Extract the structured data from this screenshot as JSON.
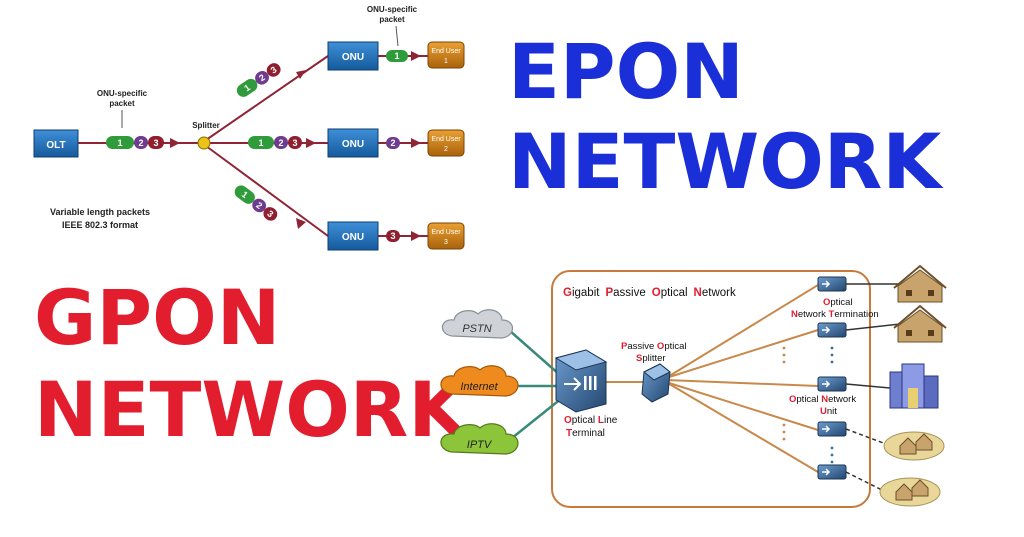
{
  "titles": {
    "epon_line1": "EPON",
    "epon_line2": "NETWORK",
    "gpon_line1": "GPON",
    "gpon_line2": "NETWORK"
  },
  "epon": {
    "olt": "OLT",
    "splitter": "Splitter",
    "onu": "ONU",
    "onu_packet_line1": "ONU-specific",
    "onu_packet_line2": "packet",
    "packet_numbers": [
      "1",
      "2",
      "3"
    ],
    "end_user_line": "End User",
    "end_users": [
      "1",
      "2",
      "3"
    ],
    "note_line1": "Variable length packets",
    "note_line2": "IEEE 802.3 format"
  },
  "gpon": {
    "network_title": {
      "first": [
        "G",
        "P",
        "O",
        "N"
      ],
      "rest": [
        "igabit",
        "assive",
        "ptical",
        "etwork"
      ]
    },
    "services": [
      "PSTN",
      "Internet",
      "IPTV"
    ],
    "olt": {
      "line1": {
        "first": "O",
        "rest1": "ptical ",
        "first2": "L",
        "rest2": "ine"
      },
      "line2": {
        "first": "T",
        "rest": "erminal"
      }
    },
    "splitter": {
      "line1": {
        "first": "P",
        "rest1": "assive ",
        "first2": "O",
        "rest2": "ptical"
      },
      "line2": {
        "first": "S",
        "rest": "plitter"
      }
    },
    "ont": {
      "line1": {
        "first": "O",
        "rest": "ptical"
      },
      "line2": {
        "first": "N",
        "rest1": "etwork ",
        "first2": "T",
        "rest2": "ermination"
      }
    },
    "onu": {
      "line1": {
        "first": "O",
        "rest1": "ptical ",
        "first2": "N",
        "rest2": "etwork"
      },
      "line2": {
        "first": "U",
        "rest": "nit"
      }
    }
  },
  "colors": {
    "epon_title": "#1a2fd8",
    "gpon_title": "#e21d2e",
    "fiber": "#8f2434",
    "onu_box": "#1e6fb8",
    "end_user_box": "#c97a12",
    "gpon_border": "#c97a3a",
    "initial_letter": "#e21d2e"
  }
}
